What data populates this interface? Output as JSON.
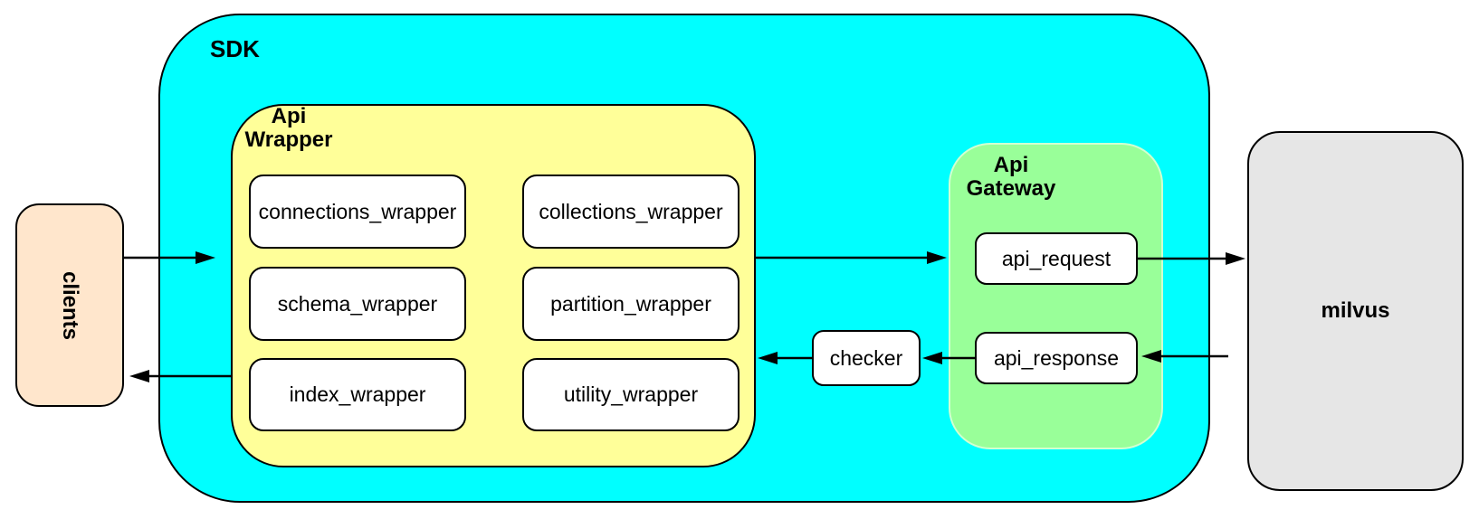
{
  "diagram": {
    "colors": {
      "sdk_fill": "#00ffff",
      "api_wrapper_fill": "#ffff99",
      "api_gateway_fill": "#99ff99",
      "clients_fill": "#ffe6cc",
      "milvus_fill": "#e6e6e6",
      "node_fill": "#ffffff",
      "line_color": "#000000"
    },
    "clients": {
      "label": "clients"
    },
    "sdk": {
      "label": "SDK"
    },
    "api_wrapper": {
      "label": "Api Wrapper",
      "nodes": [
        {
          "label": "connections_wrapper"
        },
        {
          "label": "collections_wrapper"
        },
        {
          "label": "schema_wrapper"
        },
        {
          "label": "partition_wrapper"
        },
        {
          "label": "index_wrapper"
        },
        {
          "label": "utility_wrapper"
        }
      ]
    },
    "checker": {
      "label": "checker"
    },
    "api_gateway": {
      "label": "Api Gateway",
      "nodes": [
        {
          "label": "api_request"
        },
        {
          "label": "api_response"
        }
      ]
    },
    "milvus": {
      "label": "milvus"
    }
  }
}
